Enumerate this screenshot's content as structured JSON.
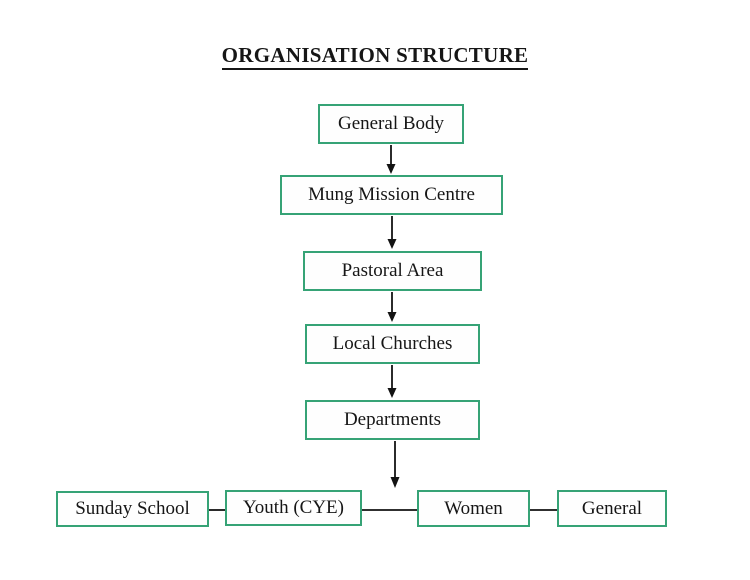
{
  "title": "ORGANISATION STRUCTURE",
  "colors": {
    "box_border": "#36a376",
    "box_fill": "#fefefe",
    "text": "#161616",
    "connector": "#131313",
    "background": "#ffffff"
  },
  "diagram": {
    "type": "organisation-flowchart",
    "levels": [
      {
        "label": "General Body"
      },
      {
        "label": "Mung Mission Centre"
      },
      {
        "label": "Pastoral Area"
      },
      {
        "label": "Local Churches"
      },
      {
        "label": "Departments"
      }
    ],
    "departments_row": [
      "Sunday School",
      "Youth (CYE)",
      "Women",
      "General"
    ],
    "edges": [
      "General Body -> Mung Mission Centre",
      "Mung Mission Centre -> Pastoral Area",
      "Pastoral Area -> Local Churches",
      "Local Churches -> Departments",
      "Departments -> departments row",
      "Sunday School - Youth (CYE)",
      "Youth (CYE) - Women",
      "Women - General"
    ]
  }
}
